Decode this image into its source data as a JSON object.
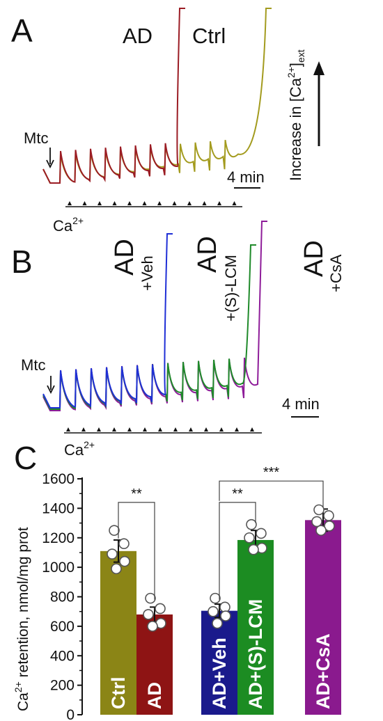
{
  "panel_a": {
    "letter": "A",
    "mtc_label": "Mtc",
    "ca_label": "Ca",
    "ca_sup": "2+",
    "scale_label": "4 min",
    "curve_label_ad": "AD",
    "curve_label_ctrl": "Ctrl",
    "y_arrow_label": "Increase in [Ca",
    "y_arrow_sup": "2+",
    "y_arrow_close": "]",
    "y_arrow_sub": "ext",
    "colors": {
      "ad": "#9b1c24",
      "ctrl": "#a39b1e"
    }
  },
  "panel_b": {
    "letter": "B",
    "mtc_label": "Mtc",
    "ca_label": "Ca",
    "ca_sup": "2+",
    "scale_label": "4 min",
    "labels": [
      {
        "main": "AD",
        "sub": "+Veh"
      },
      {
        "main": "AD",
        "sub": "+(S)-LCM"
      },
      {
        "main": "AD",
        "sub": "+CsA"
      }
    ],
    "colors": {
      "veh": "#1f2fd6",
      "lcm": "#1f8a2a",
      "csa": "#8e1c99"
    }
  },
  "panel_c": {
    "letter": "C",
    "sig_left": "**",
    "sig_mid": "**",
    "sig_top": "***"
  },
  "chart_data": {
    "type": "bar",
    "title": "",
    "xlabel": "",
    "ylabel": "Ca2+ retention, nmol/mg prot",
    "ylabel_parts": {
      "pre": "Ca",
      "sup": "2+",
      "post": " retention, nmol/mg prot"
    },
    "ylim": [
      0,
      1600
    ],
    "yticks": [
      0,
      200,
      400,
      600,
      800,
      1000,
      1200,
      1400,
      1600
    ],
    "categories": [
      "Ctrl",
      "AD",
      "AD+Veh",
      "AD+(S)-LCM",
      "AD+CsA"
    ],
    "values": [
      1110,
      680,
      705,
      1185,
      1320
    ],
    "errors": [
      75,
      50,
      45,
      65,
      75
    ],
    "colors": [
      "#8b8516",
      "#8e1414",
      "#1a1a8c",
      "#1c8c22",
      "#8a1a8e"
    ],
    "points": [
      [
        1250,
        1160,
        1090,
        1040,
        990
      ],
      [
        790,
        720,
        680,
        620,
        600
      ],
      [
        790,
        730,
        700,
        670,
        620
      ],
      [
        1290,
        1230,
        1200,
        1130,
        1120
      ],
      [
        1390,
        1350,
        1310,
        1280,
        1250
      ]
    ],
    "significance": [
      {
        "pair": [
          "Ctrl",
          "AD"
        ],
        "label": "**"
      },
      {
        "pair": [
          "AD+Veh",
          "AD+(S)-LCM"
        ],
        "label": "**"
      },
      {
        "pair": [
          "AD+Veh",
          "AD+CsA"
        ],
        "label": "***"
      }
    ],
    "grid": false,
    "legend": "none"
  }
}
